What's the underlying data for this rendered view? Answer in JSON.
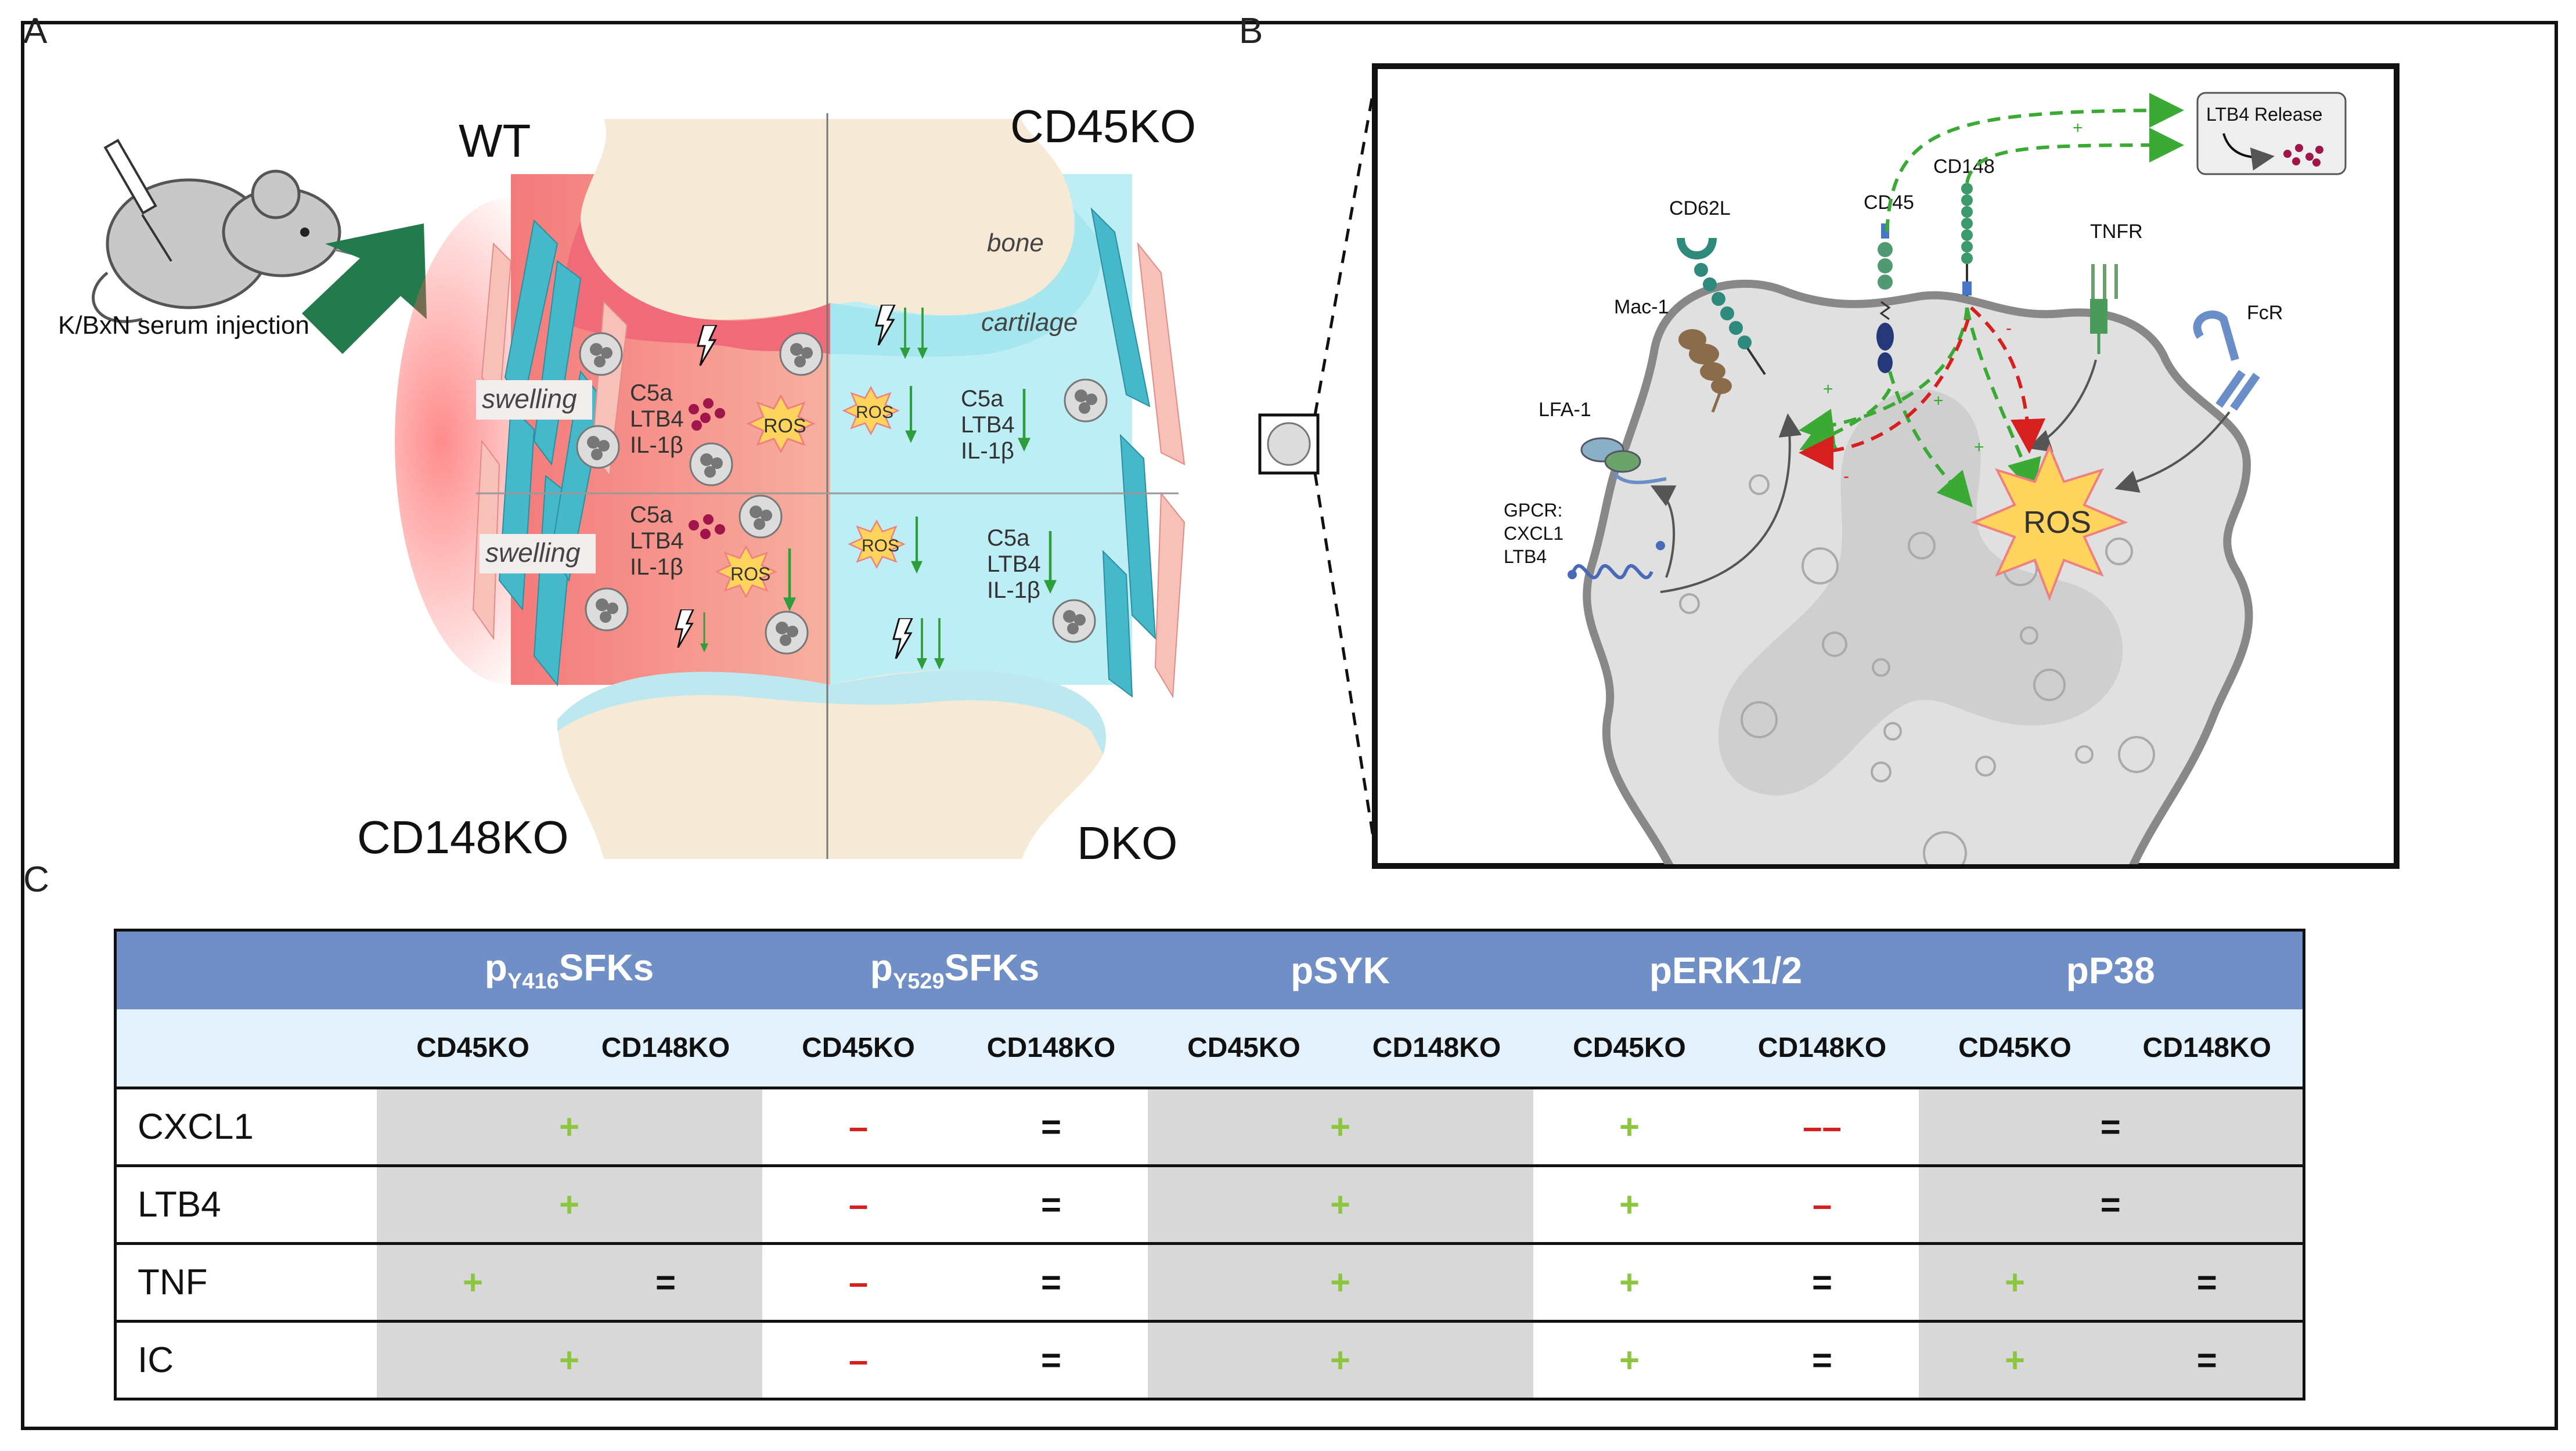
{
  "panels": {
    "a": {
      "letter": "A",
      "injection_label": "K/BxN serum injection",
      "quadrants": {
        "wt": "WT",
        "cd45ko": "CD45KO",
        "cd148ko": "CD148KO",
        "dko": "DKO"
      },
      "tissue": {
        "bone": "bone",
        "cartilage": "cartilage",
        "swelling": "swelling"
      },
      "mediators": {
        "c5a": "C5a",
        "ltb4": "LTB4",
        "il1b": "IL-1β",
        "ros": "ROS"
      }
    },
    "b": {
      "letter": "B",
      "receptors": {
        "cd62l": "CD62L",
        "cd45": "CD45",
        "cd148": "CD148",
        "tnfr": "TNFR",
        "fcr": "FcR",
        "mac1": "Mac-1",
        "lfa1": "LFA-1",
        "gpcr": "GPCR:",
        "cxcl1": "CXCL1",
        "ltb4": "LTB4"
      },
      "ltb4_release": "LTB4 Release",
      "ros": "ROS",
      "plus": "+",
      "minus": "-"
    },
    "c": {
      "letter": "C",
      "columns": [
        {
          "main_pre": "p",
          "main_sub": "Y416",
          "main_post": "SFKs",
          "sub": [
            "CD45KO",
            "CD148KO"
          ]
        },
        {
          "main_pre": "p",
          "main_sub": "Y529",
          "main_post": "SFKs",
          "sub": [
            "CD45KO",
            "CD148KO"
          ]
        },
        {
          "main_pre": "pSYK",
          "main_sub": "",
          "main_post": "",
          "sub": [
            "CD45KO",
            "CD148KO"
          ]
        },
        {
          "main_pre": "pERK1/2",
          "main_sub": "",
          "main_post": "",
          "sub": [
            "CD45KO",
            "CD148KO"
          ]
        },
        {
          "main_pre": "pP38",
          "main_sub": "",
          "main_post": "",
          "sub": [
            "CD45KO",
            "CD148KO"
          ]
        }
      ],
      "rows": [
        {
          "label": "CXCL1",
          "cells": [
            [
              "+",
              null
            ],
            [
              "–",
              "="
            ],
            [
              "+",
              null
            ],
            [
              "+",
              "––"
            ],
            [
              "=",
              null
            ]
          ]
        },
        {
          "label": "LTB4",
          "cells": [
            [
              "+",
              null
            ],
            [
              "–",
              "="
            ],
            [
              "+",
              null
            ],
            [
              "+",
              "–"
            ],
            [
              "=",
              null
            ]
          ]
        },
        {
          "label": "TNF",
          "cells": [
            [
              "+",
              "="
            ],
            [
              "–",
              "="
            ],
            [
              "+",
              null
            ],
            [
              "+",
              "="
            ],
            [
              "+",
              "="
            ]
          ]
        },
        {
          "label": "IC",
          "cells": [
            [
              "+",
              null
            ],
            [
              "–",
              "="
            ],
            [
              "+",
              null
            ],
            [
              "+",
              "="
            ],
            [
              "+",
              "="
            ]
          ]
        }
      ],
      "shaded_groups": [
        0,
        2,
        4
      ]
    }
  },
  "colors": {
    "teal": "#45b8c9",
    "wt_red": "#ef8a8a",
    "cartilage_pink": "#f06a7a",
    "bone": "#f6ead7",
    "ko_blue": "#bdeef6",
    "green": "#3aaa35",
    "red_arrow": "#d62020",
    "ros_yellow": "#ffd45c",
    "neutrophil_gray": "#d6d6d6"
  }
}
